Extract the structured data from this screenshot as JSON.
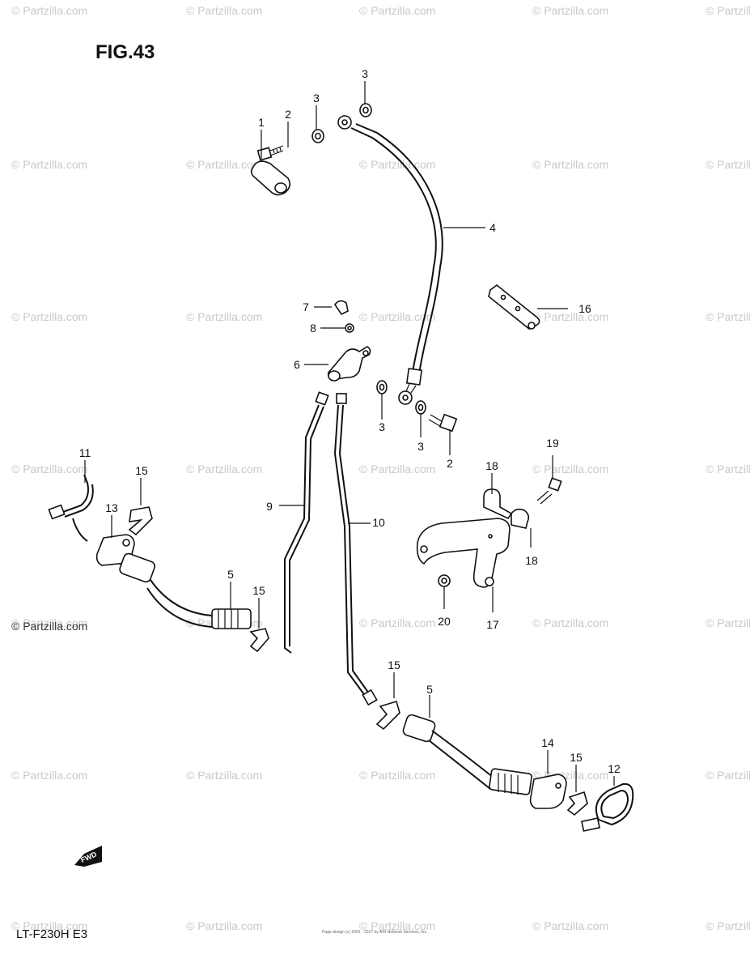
{
  "figure": {
    "title": "FIG.43",
    "model": "LT-F230H  E3",
    "fwd_label": "FWD",
    "copyright": "Page design (c) 2001 - 2017 by ARI Network Services, Inc."
  },
  "watermark": {
    "text": "© Partzilla.com",
    "dark_text": "© Partzilla.com"
  },
  "callouts": [
    {
      "id": "c1",
      "label": "1"
    },
    {
      "id": "c2a",
      "label": "2"
    },
    {
      "id": "c3a",
      "label": "3"
    },
    {
      "id": "c3b",
      "label": "3"
    },
    {
      "id": "c4",
      "label": "4"
    },
    {
      "id": "c16",
      "label": "16"
    },
    {
      "id": "c7",
      "label": "7"
    },
    {
      "id": "c8",
      "label": "8"
    },
    {
      "id": "c6",
      "label": "6"
    },
    {
      "id": "c3c",
      "label": "3"
    },
    {
      "id": "c3d",
      "label": "3"
    },
    {
      "id": "c2b",
      "label": "2"
    },
    {
      "id": "c19",
      "label": "19"
    },
    {
      "id": "c18a",
      "label": "18"
    },
    {
      "id": "c18b",
      "label": "18"
    },
    {
      "id": "c17",
      "label": "17"
    },
    {
      "id": "c20",
      "label": "20"
    },
    {
      "id": "c11",
      "label": "11"
    },
    {
      "id": "c15a",
      "label": "15"
    },
    {
      "id": "c13",
      "label": "13"
    },
    {
      "id": "c9",
      "label": "9"
    },
    {
      "id": "c10",
      "label": "10"
    },
    {
      "id": "c5a",
      "label": "5"
    },
    {
      "id": "c15b",
      "label": "15"
    },
    {
      "id": "c15c",
      "label": "15"
    },
    {
      "id": "c5b",
      "label": "5"
    },
    {
      "id": "c14",
      "label": "14"
    },
    {
      "id": "c15d",
      "label": "15"
    },
    {
      "id": "c12",
      "label": "12"
    }
  ]
}
